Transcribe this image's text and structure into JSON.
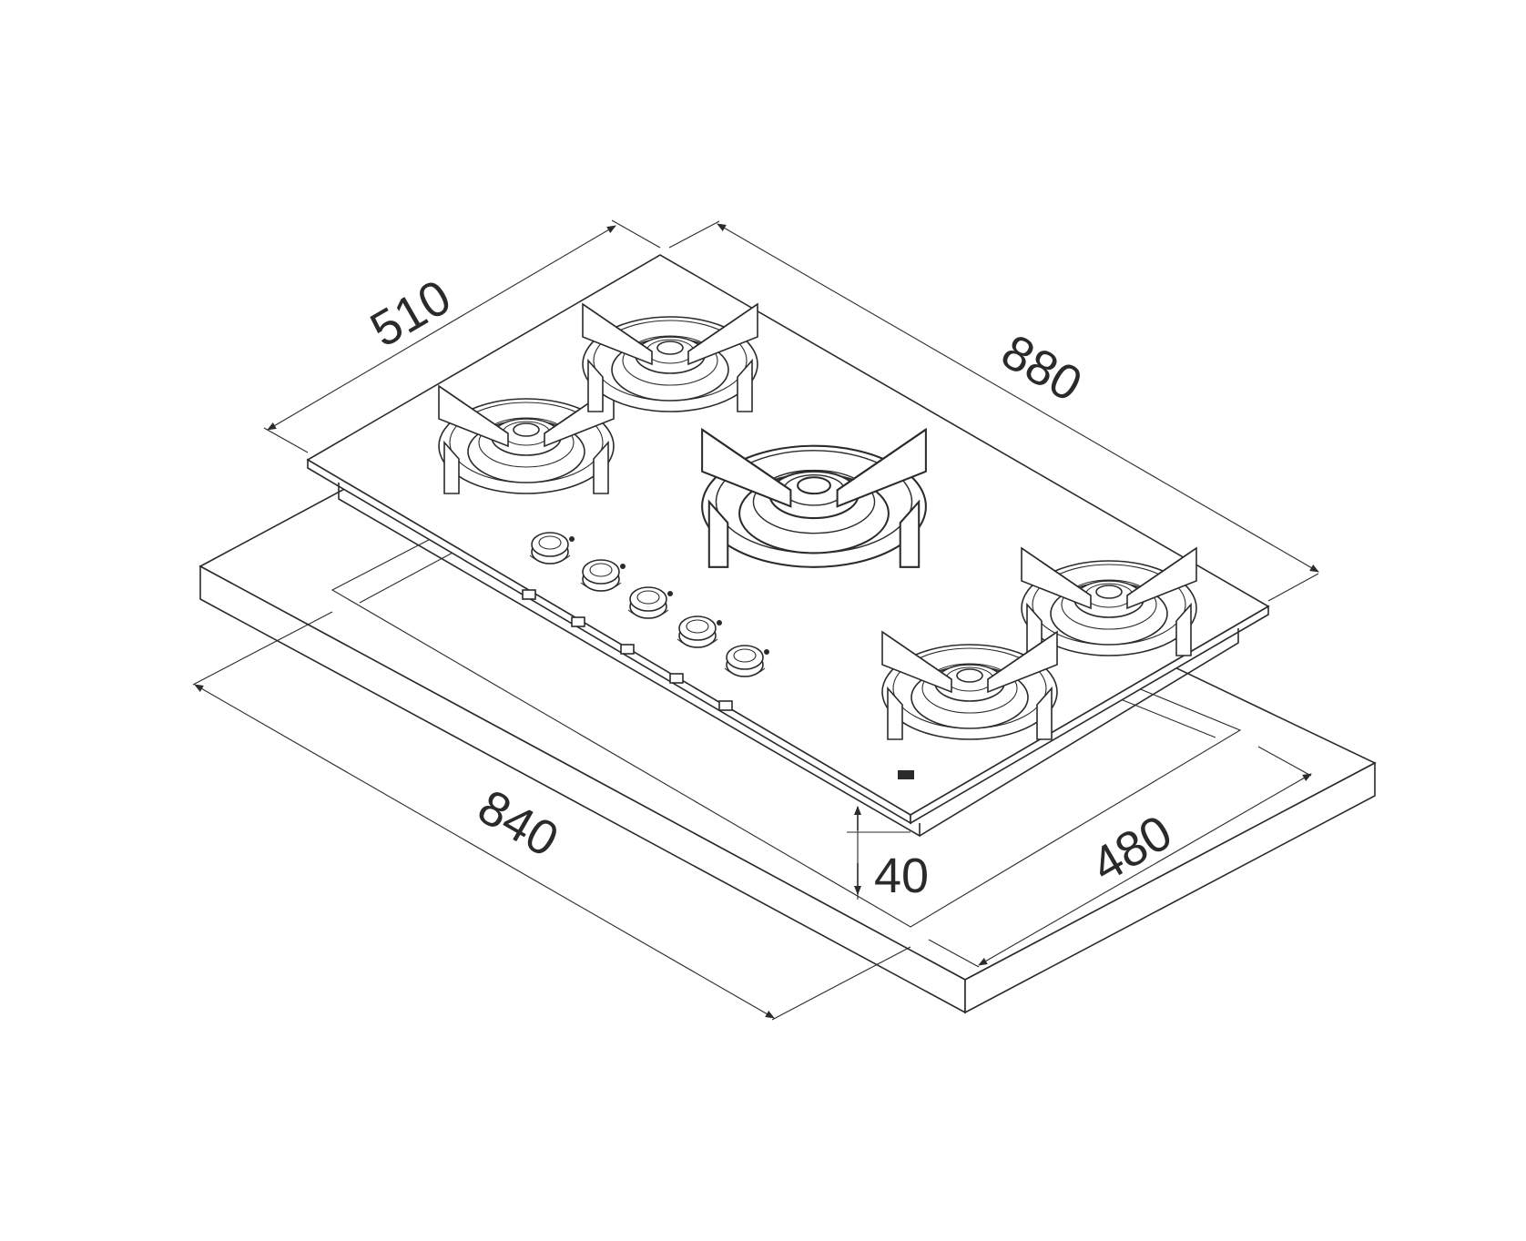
{
  "dimensions": {
    "width_label": "880",
    "depth_label": "510",
    "cutout_width_label": "840",
    "cutout_depth_label": "480",
    "height_label": "40"
  },
  "colors": {
    "line": "#2b2b2b",
    "background": "#ffffff"
  },
  "hob": {
    "burner_count": 5,
    "knob_count": 5
  }
}
